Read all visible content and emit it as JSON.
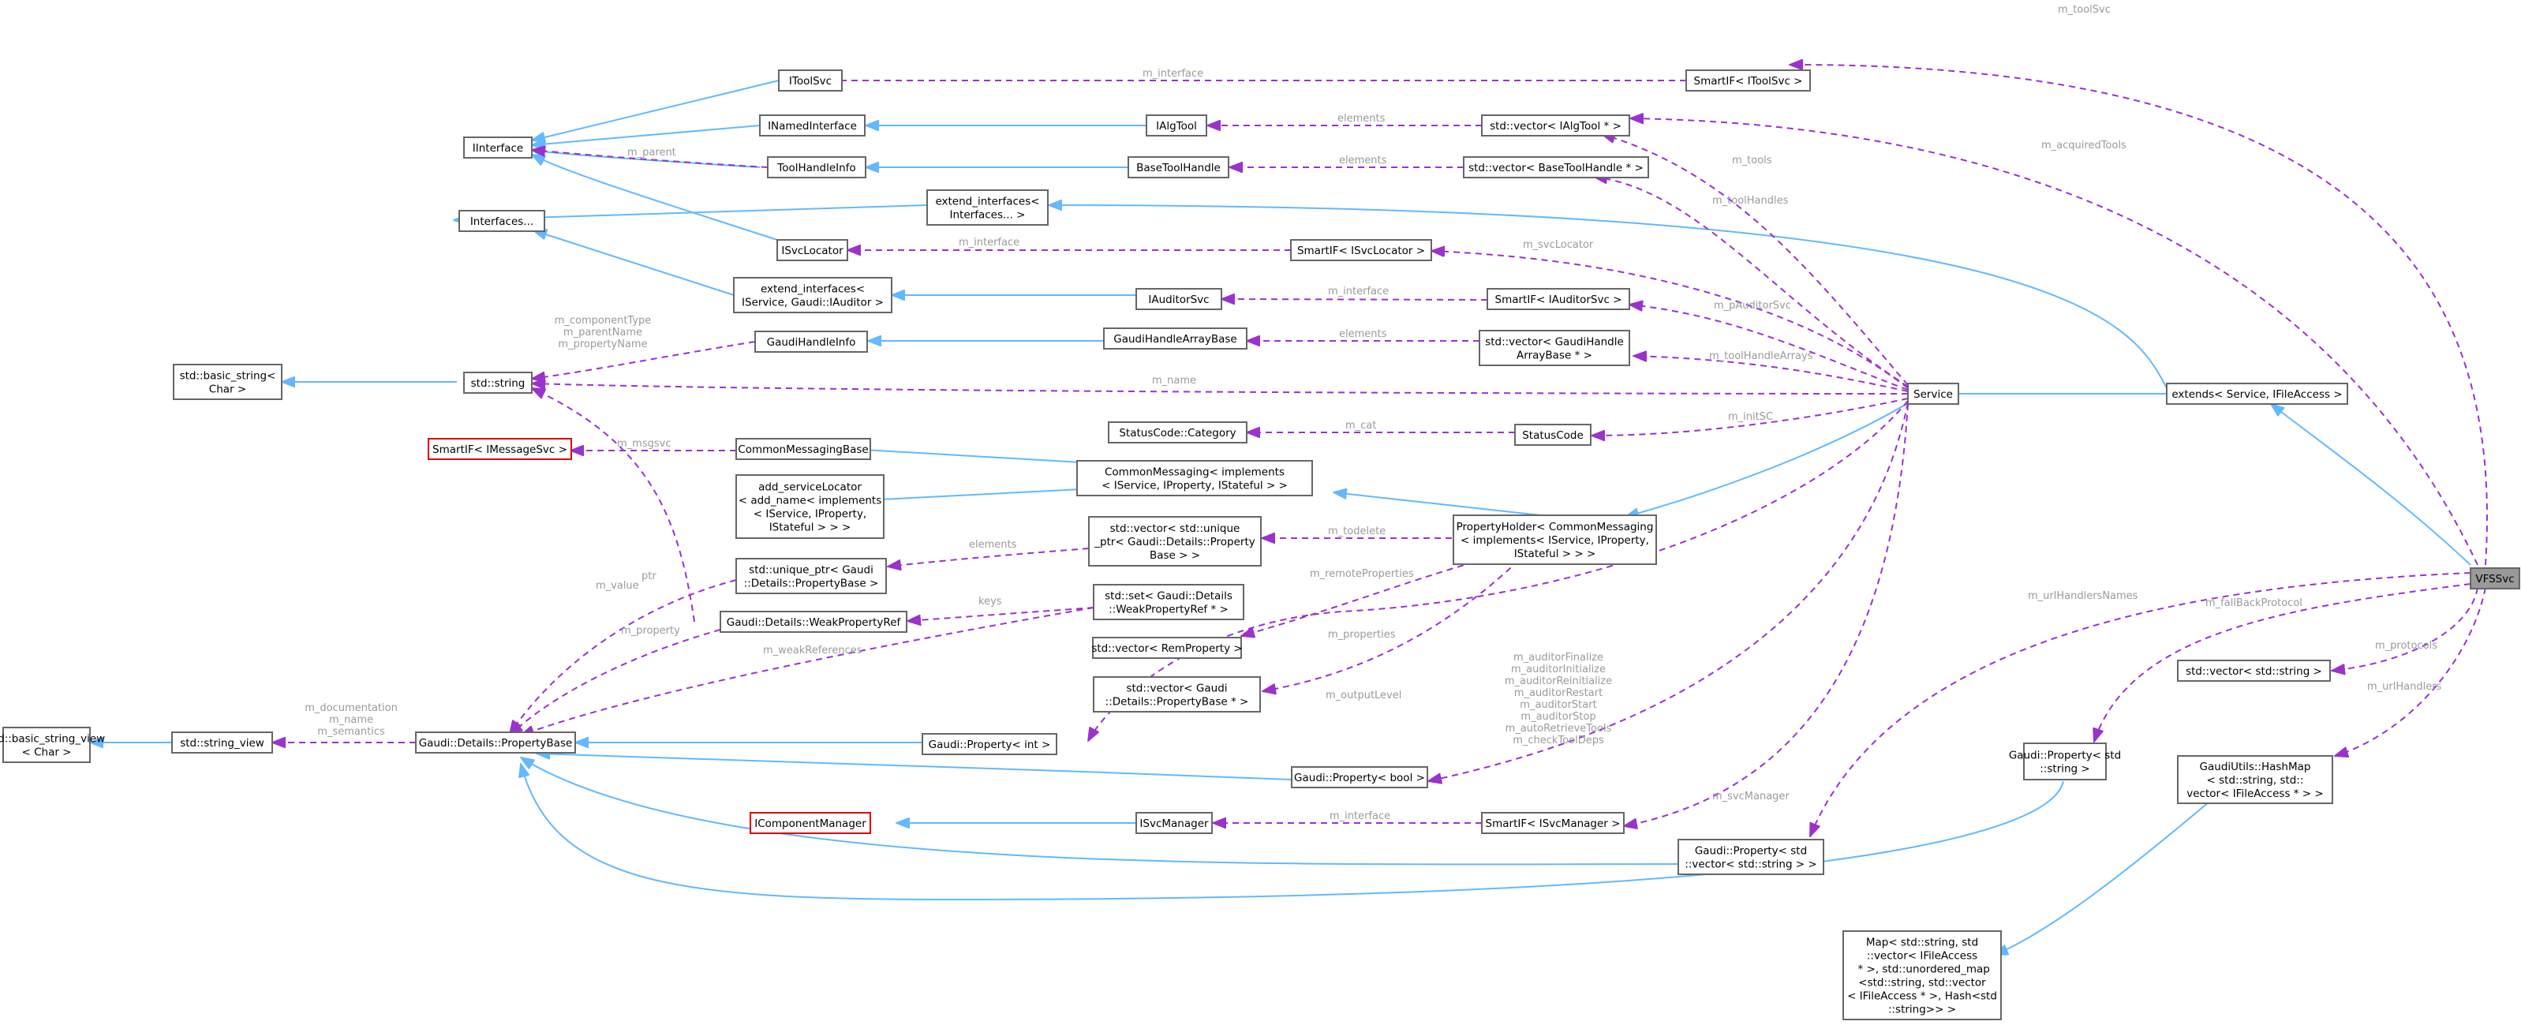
{
  "nodes": {
    "vfssvc": [
      "VFSSvc"
    ],
    "extends_service": [
      "extends< Service, IFileAccess >"
    ],
    "service": [
      "Service"
    ],
    "property_holder": [
      "PropertyHolder< CommonMessaging",
      "< implements< IService, IProperty,",
      "IStateful > > >"
    ],
    "common_messaging": [
      "CommonMessaging< implements",
      "< IService, IProperty, IStateful > >"
    ],
    "common_messaging_base": [
      "CommonMessagingBase"
    ],
    "add_service_locator": [
      "add_serviceLocator",
      "< add_name< implements",
      "< IService, IProperty,",
      "IStateful > > >"
    ],
    "smartif_imessagesvc": [
      "SmartIF< IMessageSvc >"
    ],
    "itoolsvc": [
      "IToolSvc"
    ],
    "smartif_itoolsvc": [
      "SmartIF< IToolSvc >"
    ],
    "iinterface": [
      "IInterface"
    ],
    "inamedinterface": [
      "INamedInterface"
    ],
    "ialgtool": [
      "IAlgTool"
    ],
    "vector_ialgtool": [
      "std::vector< IAlgTool * >"
    ],
    "toolhandleinfo": [
      "ToolHandleInfo"
    ],
    "basetoolhandle": [
      "BaseToolHandle"
    ],
    "vector_basetoolhandle": [
      "std::vector< BaseToolHandle * >"
    ],
    "interfaces": [
      "Interfaces..."
    ],
    "extend_interfaces_1": [
      "extend_interfaces<",
      "Interfaces... >"
    ],
    "isvclocator": [
      "ISvcLocator"
    ],
    "smartif_isvclocator": [
      "SmartIF< ISvcLocator >"
    ],
    "extend_interfaces_2": [
      "extend_interfaces<",
      "IService, Gaudi::IAuditor >"
    ],
    "iauditorsvc": [
      "IAuditorSvc"
    ],
    "smartif_iauditorsvc": [
      "SmartIF< IAuditorSvc >"
    ],
    "basic_string_char": [
      "std::basic_string<",
      "Char >"
    ],
    "std_string": [
      "std::string"
    ],
    "gaudihandleinfo": [
      "GaudiHandleInfo"
    ],
    "gaudihandlearraybase": [
      "GaudiHandleArrayBase"
    ],
    "vector_gaudihandle": [
      "std::vector< GaudiHandle",
      "ArrayBase * >"
    ],
    "statuscode_category": [
      "StatusCode::Category"
    ],
    "statuscode": [
      "StatusCode"
    ],
    "vector_unique_ptr": [
      "std::vector< std::unique",
      "_ptr< Gaudi::Details::Property",
      "Base > >"
    ],
    "unique_ptr_propertybase": [
      "std::unique_ptr< Gaudi",
      "::Details::PropertyBase >"
    ],
    "set_weakpropertyref": [
      "std::set< Gaudi::Details",
      "::WeakPropertyRef * >"
    ],
    "weakpropertyref": [
      "Gaudi::Details::WeakPropertyRef"
    ],
    "vector_remproperty": [
      "std::vector< RemProperty >"
    ],
    "vector_propertybase_ptr": [
      "std::vector< Gaudi",
      "::Details::PropertyBase * >"
    ],
    "basic_string_view_char": [
      "std::basic_string_view",
      "< Char >"
    ],
    "string_view": [
      "std::string_view"
    ],
    "propertybase": [
      "Gaudi::Details::PropertyBase"
    ],
    "property_int": [
      "Gaudi::Property< int >"
    ],
    "property_bool": [
      "Gaudi::Property< bool >"
    ],
    "icomponentmanager": [
      "IComponentManager"
    ],
    "isvcmanager": [
      "ISvcManager"
    ],
    "smartif_isvcmanager": [
      "SmartIF< ISvcManager >"
    ],
    "property_vector_string": [
      "Gaudi::Property< std",
      "::vector< std::string > >"
    ],
    "property_string": [
      "Gaudi::Property< std",
      "::string >"
    ],
    "vector_string": [
      "std::vector< std::string >"
    ],
    "hashmap": [
      "GaudiUtils::HashMap",
      "< std::string, std::",
      "vector< IFileAccess * > >"
    ],
    "map": [
      "Map< std::string, std",
      "::vector< IFileAccess",
      " * >, std::unordered_map",
      "<std::string, std::vector",
      "< IFileAccess * >, Hash<std",
      "::string>> >"
    ]
  },
  "edge_labels": {
    "m_toolSvc": [
      "m_toolSvc"
    ],
    "m_interface_toolsvc": [
      "m_interface"
    ],
    "elements_ialgtool": [
      "elements"
    ],
    "m_acquiredTools": [
      "m_acquiredTools"
    ],
    "m_parent": [
      "m_parent"
    ],
    "elements_basetoolhandle": [
      "elements"
    ],
    "m_tools": [
      "m_tools"
    ],
    "m_toolHandles": [
      "m_toolHandles"
    ],
    "m_interface_svclocator": [
      "m_interface"
    ],
    "m_svcLocator": [
      "m_svcLocator"
    ],
    "m_interface_auditor": [
      "m_interface"
    ],
    "m_pAuditorSvc": [
      "m_pAuditorSvc"
    ],
    "string_members": [
      "m_componentType",
      "m_parentName",
      "m_propertyName"
    ],
    "elements_gaudihandle": [
      "elements"
    ],
    "m_toolHandleArrays": [
      "m_toolHandleArrays"
    ],
    "m_name": [
      "m_name"
    ],
    "m_cat": [
      "m_cat"
    ],
    "m_initSC": [
      "m_initSC"
    ],
    "m_msgsvc": [
      "m_msgsvc"
    ],
    "m_todelete": [
      "m_todelete"
    ],
    "elements_unique": [
      "elements"
    ],
    "ptr": [
      "ptr"
    ],
    "m_value": [
      "m_value"
    ],
    "m_remoteProperties": [
      "m_remoteProperties"
    ],
    "keys": [
      "keys"
    ],
    "m_properties": [
      "m_properties"
    ],
    "m_property": [
      "m_property"
    ],
    "m_weakReferences": [
      "m_weakReferences"
    ],
    "m_outputLevel": [
      "m_outputLevel"
    ],
    "sv_members": [
      "m_documentation",
      "m_name",
      "m_semantics"
    ],
    "bool_members": [
      "m_auditorFinalize",
      "m_auditorInitialize",
      "m_auditorReinitialize",
      "m_auditorRestart",
      "m_auditorStart",
      "m_auditorStop",
      "m_autoRetrieveTools",
      "m_checkToolDeps"
    ],
    "m_svcManager": [
      "m_svcManager"
    ],
    "m_interface_svcmanager": [
      "m_interface"
    ],
    "m_urlHandlersNames": [
      "m_urlHandlersNames"
    ],
    "m_fallBackProtocol": [
      "m_fallBackProtocol"
    ],
    "m_protocols": [
      "m_protocols"
    ],
    "m_urlHandlers": [
      "m_urlHandlers"
    ]
  },
  "colors": {
    "inheritance_edge": "#63b8ff",
    "usage_edge": "#9a32cd",
    "edge_label": "#9a9a9a",
    "node_border": "#666666",
    "external_node_border": "#dd0000",
    "root_node_fill": "#999999"
  }
}
